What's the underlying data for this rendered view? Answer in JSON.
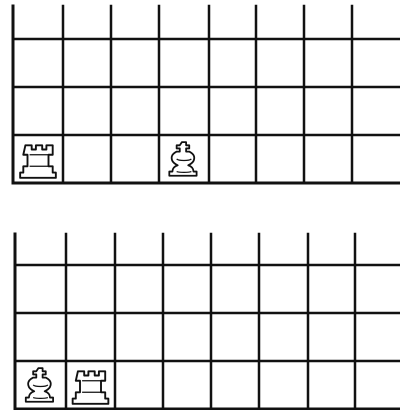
{
  "colors": {
    "background": "#ffffff",
    "line": "#111111",
    "piece_fill": "#ffffff",
    "piece_stroke": "#111111"
  },
  "diagrams": [
    {
      "id": "top",
      "visible_files": 8,
      "visible_ranks": 3,
      "pieces": [
        {
          "icon": "rook-icon",
          "color": "white",
          "file": 1,
          "rank": 1
        },
        {
          "icon": "king-icon",
          "color": "white",
          "file": 4,
          "rank": 1
        }
      ]
    },
    {
      "id": "bottom",
      "visible_files": 8,
      "visible_ranks": 3,
      "pieces": [
        {
          "icon": "king-icon",
          "color": "white",
          "file": 1,
          "rank": 1
        },
        {
          "icon": "rook-icon",
          "color": "white",
          "file": 2,
          "rank": 1
        }
      ]
    }
  ]
}
